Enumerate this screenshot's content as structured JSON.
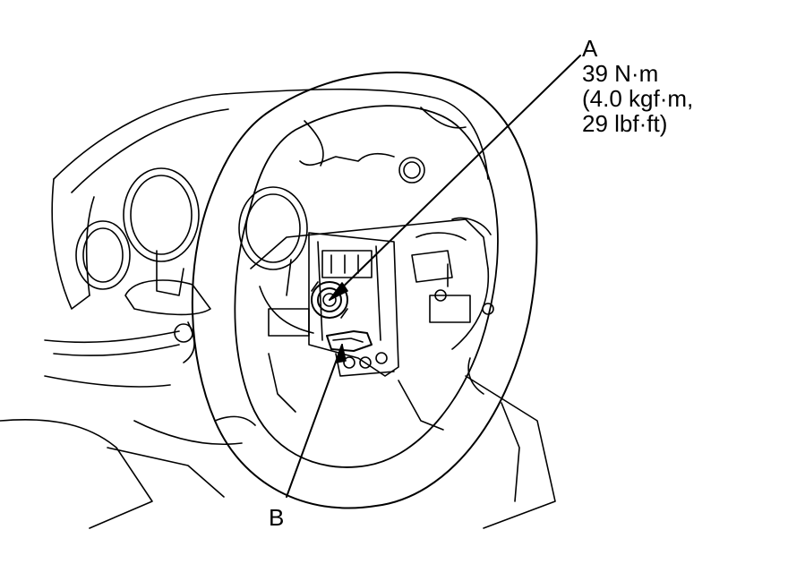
{
  "callouts": {
    "a": {
      "letter": "A",
      "torque_nm": "39 N·m",
      "torque_kgf": "(4.0 kgf·m,",
      "torque_lbf": "29 lbf·ft)"
    },
    "b": {
      "letter": "B"
    }
  },
  "colors": {
    "line": "#000000",
    "background": "#ffffff"
  }
}
